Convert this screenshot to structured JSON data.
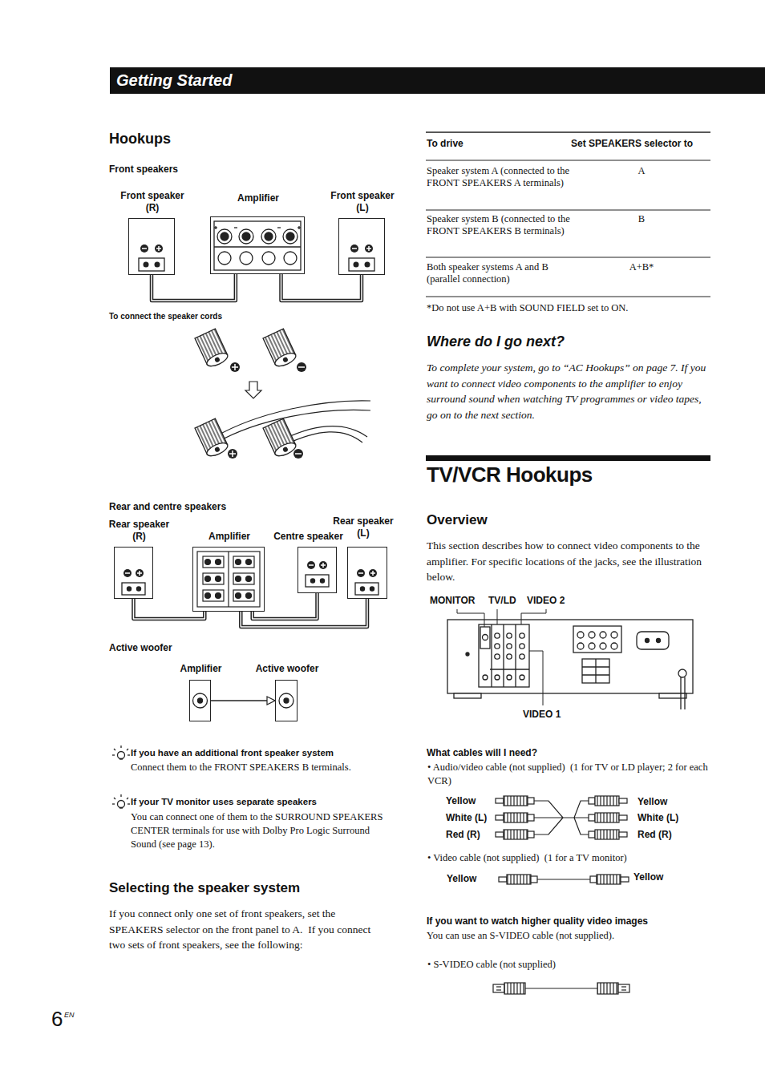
{
  "diagram": {
    "title": "Getting Started",
    "nodes": [
      {
        "text": [
          "Front speaker (R)"
        ]
      },
      {
        "text": [
          "Amplifier"
        ]
      },
      {
        "text": [
          "Front speaker (L)"
        ]
      },
      {
        "text": [
          "Rear speaker (R)"
        ]
      },
      {
        "text": [
          "Amplifier"
        ]
      },
      {
        "text": [
          "Centre speaker"
        ]
      },
      {
        "text": [
          "Rear speaker (L)"
        ]
      },
      {
        "text": [
          "Amplifier"
        ]
      },
      {
        "text": [
          "Active woofer"
        ]
      }
    ],
    "edges": [
      {
        "from": 0,
        "to": 1,
        "arrow": "none"
      },
      {
        "from": 2,
        "to": 1,
        "arrow": "none"
      },
      {
        "from": 3,
        "to": 4,
        "arrow": "none"
      },
      {
        "from": 5,
        "to": 4,
        "arrow": "none"
      },
      {
        "from": 6,
        "to": 4,
        "arrow": "none"
      },
      {
        "from": 7,
        "to": 8,
        "arrow": "to"
      }
    ],
    "labels": [
      "Hookups",
      "Front speakers",
      "To connect the speaker cords",
      "Rear and centre speakers",
      "Active woofer",
      "If you have an additional front speaker system",
      "Connect them to the FRONT SPEAKERS B terminals.",
      "If your TV monitor uses separate speakers",
      "You can connect one of them to the SURROUND SPEAKERS CENTER terminals for use with Dolby Pro Logic Surround Sound (see page 13).",
      "Selecting the speaker system",
      "If you connect only one set of front speakers, set the SPEAKERS selector on the front panel to A.  If you connect two sets of front speakers, see the following:",
      "To drive",
      "Set SPEAKERS selector to",
      "Speaker system A (connected to the FRONT SPEAKERS A terminals)",
      "A",
      "Speaker system B (connected to the FRONT SPEAKERS B terminals)",
      "B",
      "Both speaker systems A and B (parallel connection)",
      "A+B*",
      "*Do not use A+B with SOUND FIELD set to ON.",
      "Where do I go next?",
      "To complete your system, go to “AC Hookups” on page 7. If you want to connect video components to the amplifier to enjoy surround sound when watching TV programmes or video tapes, go on to the next section.",
      "TV/VCR Hookups",
      "Overview",
      "This section describes how to connect video components to the amplifier. For specific locations of the jacks, see the illustration below.",
      "MONITOR",
      "TV/LD",
      "VIDEO 2",
      "VIDEO 1",
      "What cables will I need?",
      "• Audio/video cable (not supplied)  (1 for TV or LD player; 2 for each VCR)",
      "Yellow",
      "White (L)",
      "Red (R)",
      "Yellow",
      "White (L)",
      "Red (R)",
      "• Video cable (not supplied)  (1 for a TV monitor)",
      "Yellow",
      "Yellow",
      "If you want to watch higher quality video images",
      "You can use an S-VIDEO cable (not supplied).",
      "• S-VIDEO cable (not supplied)",
      "6",
      "EN"
    ]
  }
}
